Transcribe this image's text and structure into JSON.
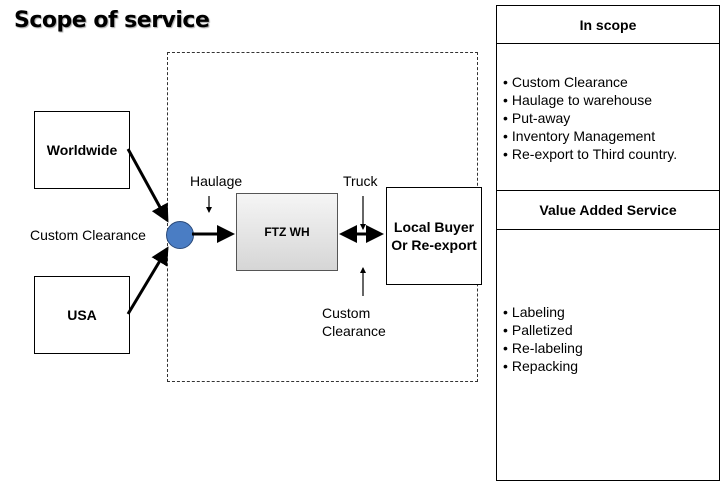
{
  "title": "Scope of service",
  "diagram": {
    "nodes": {
      "worldwide": "Worldwide",
      "usa": "USA",
      "ftz_wh": "FTZ WH",
      "local_buyer_line1": "Local Buyer",
      "local_buyer_line2": "Or Re-export"
    },
    "labels": {
      "custom_clearance_left": "Custom Clearance",
      "haulage": "Haulage",
      "truck": "Truck",
      "custom_clearance_bottom_line1": "Custom",
      "custom_clearance_bottom_line2": "Clearance"
    },
    "colors": {
      "hub": "#4a7dc4"
    }
  },
  "panel": {
    "in_scope_title": "In scope",
    "in_scope_items": [
      "Custom Clearance",
      "Haulage to warehouse",
      "Put-away",
      "Inventory Management",
      "Re-export to Third country."
    ],
    "vas_title": "Value Added Service",
    "vas_items": [
      "Labeling",
      "Palletized",
      "Re-labeling",
      "Repacking"
    ]
  }
}
